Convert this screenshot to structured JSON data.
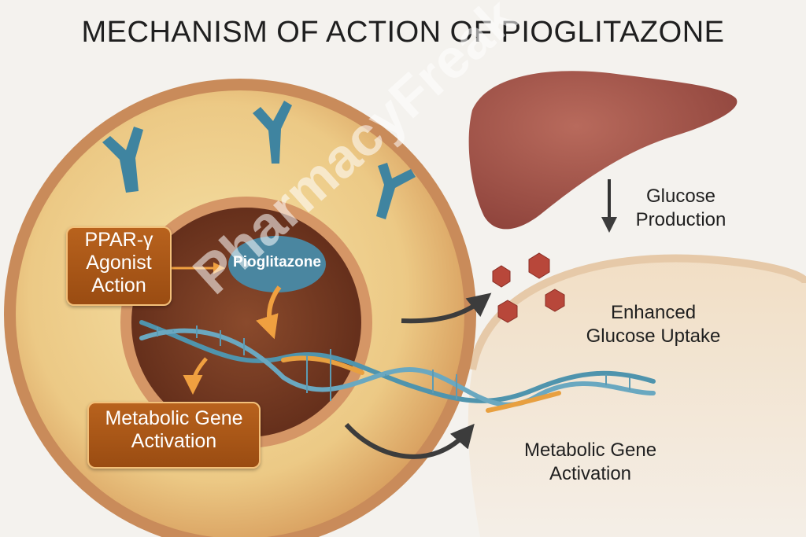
{
  "title": "MECHANISM OF ACTION OF PIOGLITAZONE",
  "drug_label": "Pioglitazone",
  "boxes": {
    "agonist": [
      "PPAR-γ",
      "Agonist",
      "Action"
    ],
    "gene_activation": [
      "Metabolic Gene",
      "Activation"
    ]
  },
  "labels": {
    "glucose_production": [
      "Glucose",
      "Production"
    ],
    "glucose_uptake": [
      "Enhanced",
      "Glucose Uptake"
    ],
    "metabolic_gene": [
      "Metabolic Gene",
      "Activation"
    ]
  },
  "watermark": "PharmacyFreak",
  "colors": {
    "box_fill": "#a9561a",
    "box_border": "#f3c07a",
    "arrow_orange": "#f0a040",
    "dna_blue": "#4f94ad",
    "dna_orange": "#e8a040",
    "liver": "#a5564d"
  }
}
